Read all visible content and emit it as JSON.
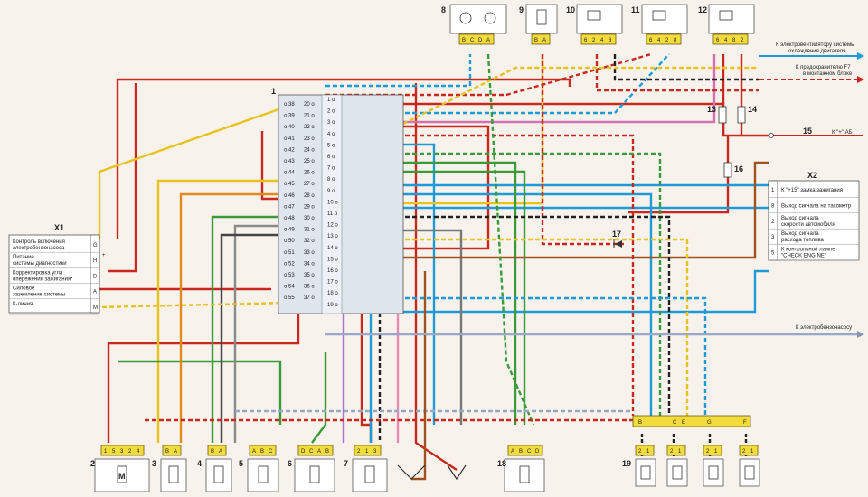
{
  "ecu": {
    "number": "1",
    "left_pins": [
      "38",
      "39",
      "40",
      "41",
      "42",
      "43",
      "44",
      "45",
      "46",
      "47",
      "48",
      "49",
      "50",
      "51",
      "52",
      "53",
      "54",
      "55"
    ],
    "mid_pins": [
      "20",
      "21",
      "22",
      "23",
      "24",
      "25",
      "26",
      "27",
      "28",
      "29",
      "30",
      "31",
      "32",
      "33",
      "34",
      "35",
      "36",
      "37"
    ],
    "right_pins": [
      "1",
      "2",
      "3",
      "4",
      "5",
      "6",
      "7",
      "8",
      "9",
      "10",
      "11",
      "12",
      "13",
      "14",
      "15",
      "16",
      "17",
      "18",
      "19"
    ]
  },
  "x1": {
    "title": "X1",
    "rows": [
      {
        "label1": "Контроль включения",
        "label2": "электробензонасоса",
        "pin": "G"
      },
      {
        "label1": "Питание",
        "label2": "системы диагностики",
        "pin": "H"
      },
      {
        "label1": "Корректировка угла",
        "label2": "опережения зажигания*",
        "pin": "D"
      },
      {
        "label1": "Силовое",
        "label2": "заземление системы",
        "pin": "A"
      },
      {
        "label1": "К-линия",
        "label2": "",
        "pin": "M"
      }
    ],
    "plus": "+",
    "minus": "—"
  },
  "x2": {
    "title": "X2",
    "rows": [
      {
        "pin": "1",
        "label1": "К \"+15\" замка зажигания",
        "label2": ""
      },
      {
        "pin": "8",
        "label1": "Выход сигнала на тахометр",
        "label2": ""
      },
      {
        "pin": "2",
        "label1": "Выход сигнала",
        "label2": "скорости автомобиля"
      },
      {
        "pin": "3",
        "label1": "Выход сигнала",
        "label2": "расхода топлива"
      },
      {
        "pin": "5",
        "label1": "К контрольной лампе",
        "label2": "\"CHECK ENGINE\""
      }
    ]
  },
  "top_labels": {
    "fan1": "К электровентилятору системы",
    "fan2": "охлаждения двигателя",
    "fuse1": "К предохранителю F7",
    "fuse2": "в монтажном блоке",
    "ab_num": "15",
    "ab": "К \"+\" АБ",
    "pump": "К электробензонасосу"
  },
  "top_components": [
    {
      "num": "8",
      "pins": [
        "B",
        "C",
        "D",
        "A"
      ]
    },
    {
      "num": "9",
      "pins": [
        "B",
        "A"
      ]
    },
    {
      "num": "10",
      "pins": [
        "6",
        "2",
        "4",
        "8"
      ]
    },
    {
      "num": "11",
      "pins": [
        "6",
        "4",
        "2",
        "8"
      ]
    },
    {
      "num": "12",
      "pins": [
        "6",
        "4",
        "8",
        "2"
      ]
    }
  ],
  "inline": {
    "f13": "13",
    "f14": "14",
    "f16": "16",
    "d17": "17"
  },
  "bottom_components": [
    {
      "num": "2",
      "pins": [
        "1",
        "5",
        "3",
        "2",
        "4"
      ],
      "body": "M"
    },
    {
      "num": "3",
      "pins": [
        "B",
        "A"
      ]
    },
    {
      "num": "4",
      "pins": [
        "B",
        "A"
      ]
    },
    {
      "num": "5",
      "pins": [
        "A",
        "B",
        "C"
      ]
    },
    {
      "num": "6",
      "pins": [
        "D",
        "C",
        "A",
        "B"
      ]
    },
    {
      "num": "7",
      "pins": [
        "2",
        "1",
        "3"
      ]
    },
    {
      "num": "18",
      "pins": [
        "A",
        "B",
        "C",
        "D"
      ]
    },
    {
      "num": "19",
      "pins": [
        "2",
        "1"
      ]
    }
  ],
  "injector_bus": [
    "B",
    "C",
    "E",
    "G",
    "F"
  ]
}
